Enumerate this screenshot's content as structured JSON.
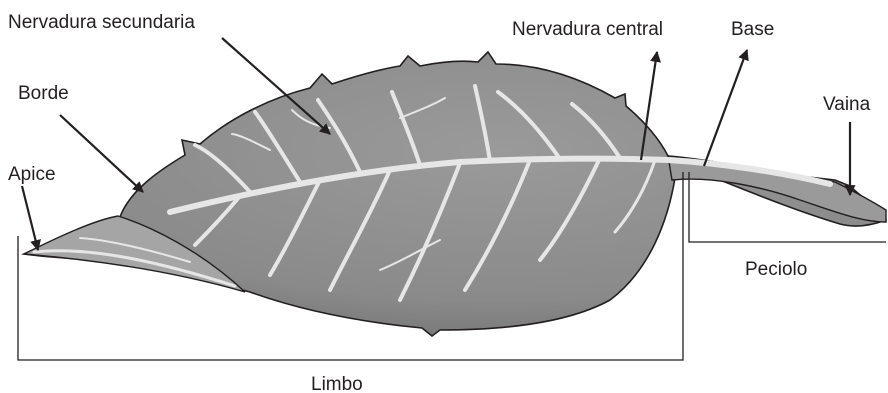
{
  "labels": {
    "nervadura_secundaria": "Nervadura secundaria",
    "nervadura_central": "Nervadura central",
    "base": "Base",
    "borde": "Borde",
    "vaina": "Vaina",
    "apice": "Apice",
    "peciolo": "Peciolo",
    "limbo": "Limbo"
  },
  "colors": {
    "leaf_fill": "#8c8c8c",
    "leaf_dark": "#6f6f6f",
    "leaf_light": "#a3a3a3",
    "vein": "#e6e6e6",
    "outline": "#231f20"
  }
}
